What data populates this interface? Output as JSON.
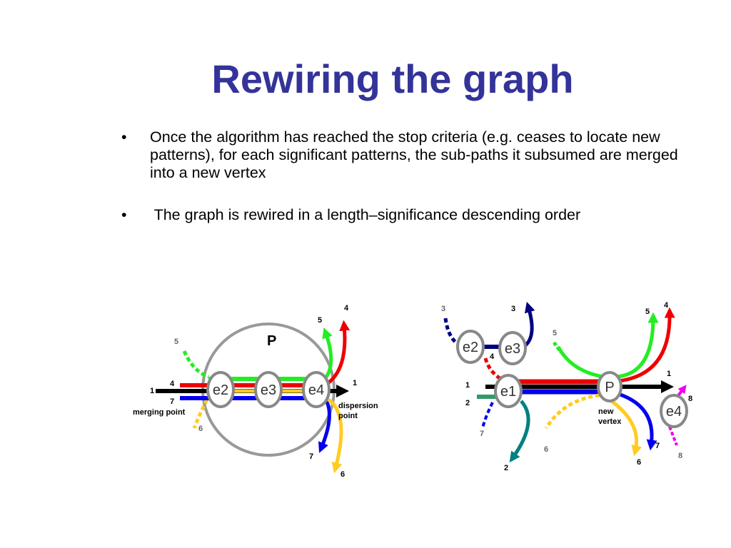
{
  "slide": {
    "title": "Rewiring the graph",
    "bullets": [
      "Once the algorithm has reached the stop criteria (e.g. ceases to locate new patterns), for each significant patterns, the sub-paths it subsumed are merged into a new vertex",
      " The graph is rewired in a length–significance descending order"
    ],
    "bullet_marker": "•"
  },
  "left_diagram": {
    "pattern_label": "P",
    "nodes": [
      "e2",
      "e3",
      "e4"
    ],
    "path_labels": [
      "1",
      "4",
      "7",
      "5",
      "6",
      "4",
      "5",
      "1",
      "7",
      "6"
    ],
    "annotations": {
      "merging": "merging point",
      "dispersion_1": "dispersion",
      "dispersion_2": "point"
    }
  },
  "right_diagram": {
    "nodes": [
      "e2",
      "e3",
      "e1",
      "P",
      "e4"
    ],
    "path_labels": [
      "3",
      "3",
      "4",
      "1",
      "2",
      "7",
      "2",
      "5",
      "6",
      "5",
      "4",
      "1",
      "7",
      "6",
      "8",
      "8"
    ],
    "annotations": {
      "new_1": "new",
      "new_2": "vertex"
    }
  },
  "colors": {
    "title": "#333399",
    "black": "#000000",
    "red": "#ee0000",
    "blue": "#0000ee",
    "green": "#22ee22",
    "yellow": "#ffcc22",
    "gray": "#999999",
    "navy": "#000080",
    "teal": "#008080",
    "magenta": "#ee00ee"
  }
}
